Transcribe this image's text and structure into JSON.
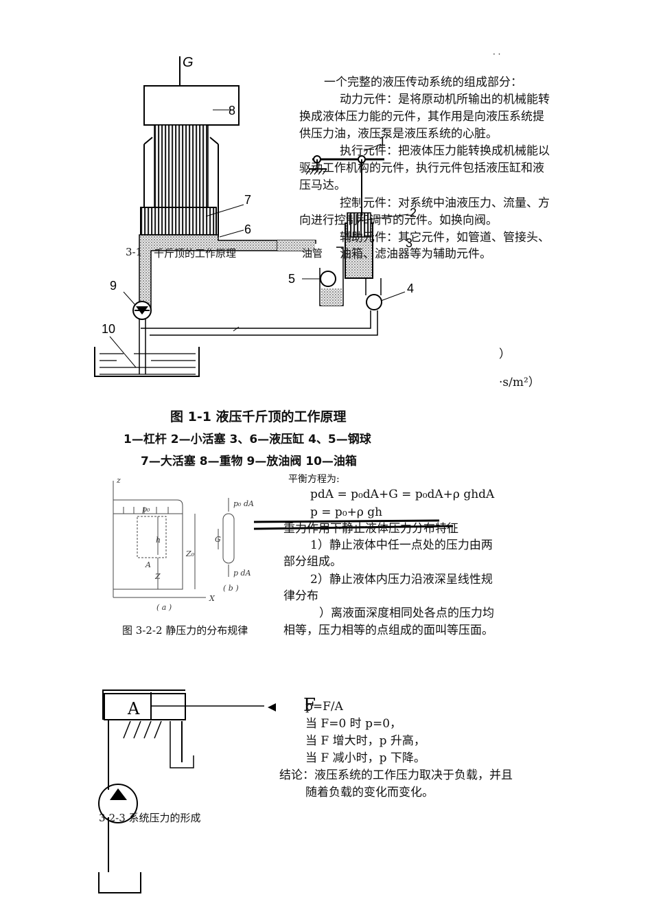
{
  "top_dots": "·   ·",
  "figure_1_1": {
    "title": "图 1-1   液压千斤顶的工作原理",
    "legend_line1": "1—杠杆   2—小活塞   3、6—液压缸   4、5—钢球",
    "legend_line2": "7—大活塞   8—重物   9—放油阀   10—油箱",
    "labels": {
      "G": "G",
      "n1": "1",
      "n2": "2",
      "n3": "3",
      "n4": "4",
      "n5": "5",
      "n6": "6",
      "n7": "7",
      "n8": "8",
      "n9": "9",
      "n10": "10"
    },
    "overlay_caption_left": "3-1",
    "overlay_caption_mid": "千斤顶的工作原理",
    "overlay_caption_oil": "油管"
  },
  "components_text": {
    "heading": "一个完整的液压传动系统的组成部分：",
    "p1_line1": "动力元件：是将原动机所输出的机械能转",
    "p1_line2": "换成液体压力能的元件，其作用是向液压系统提",
    "p1_line3": "供压力油，液压泵是液压系统的心脏。",
    "p2_line1": "执行元件：把液体压力能转换成机械能以",
    "p2_line2": "驱动工作机构的元件，执行元件包括液压缸和液",
    "p2_line3": "压马达。",
    "p3_line1": "控制元件：对系统中油液压力、流量、方",
    "p3_line2": "向进行控制和调节的元件。如换向阀。",
    "p4_line1": "辅助元件：其它元件，如管道、管接头、",
    "p4_line2": "油箱、滤油器等为辅助元件。"
  },
  "fragments": {
    "paren": "）",
    "unit": "·s/m²）"
  },
  "statics": {
    "balance_eq": "平衡方程为:",
    "eq1": "pdA = p₀dA+G = p₀dA+ρ ghdA",
    "eq2": "p = p₀+ρ gh",
    "features_title": "重力作用下静止液体压力分布特征",
    "f1_line1": "1）静止液体中任一点处的压力由两",
    "f1_line2": "部分组成。",
    "f2_line1": "2）静止液体内压力沿液深呈线性规",
    "f2_line2": "律分布",
    "f3_line1": "）离液面深度相同处各点的压力均",
    "f3_line2": "相等，压力相等的点组成的面叫等压面。",
    "fig_caption": "图 3-2-2  静压力的分布规律",
    "fig_labels": {
      "z": "z",
      "p0": "p₀",
      "h": "h",
      "A": "A",
      "Z": "Z",
      "Z0": "Z₀",
      "X": "X",
      "a": "( a )",
      "b": "( b )",
      "G": "G",
      "p0dA": "p₀ dA",
      "pdA": "p dA"
    }
  },
  "pressure_formation": {
    "label_A": "A",
    "label_F": "F",
    "eq": "p=F/A",
    "l1": "当 F=0 时        p=0，",
    "l2": "当 F 增大时，p 升高，",
    "l3": "当 F 减小时，p 下降。",
    "conclusion1": "结论：液压系统的工作压力取决于负载，并且",
    "conclusion2": "随着负载的变化而变化。",
    "fig_caption": "3-2-3     系统压力的形成"
  }
}
